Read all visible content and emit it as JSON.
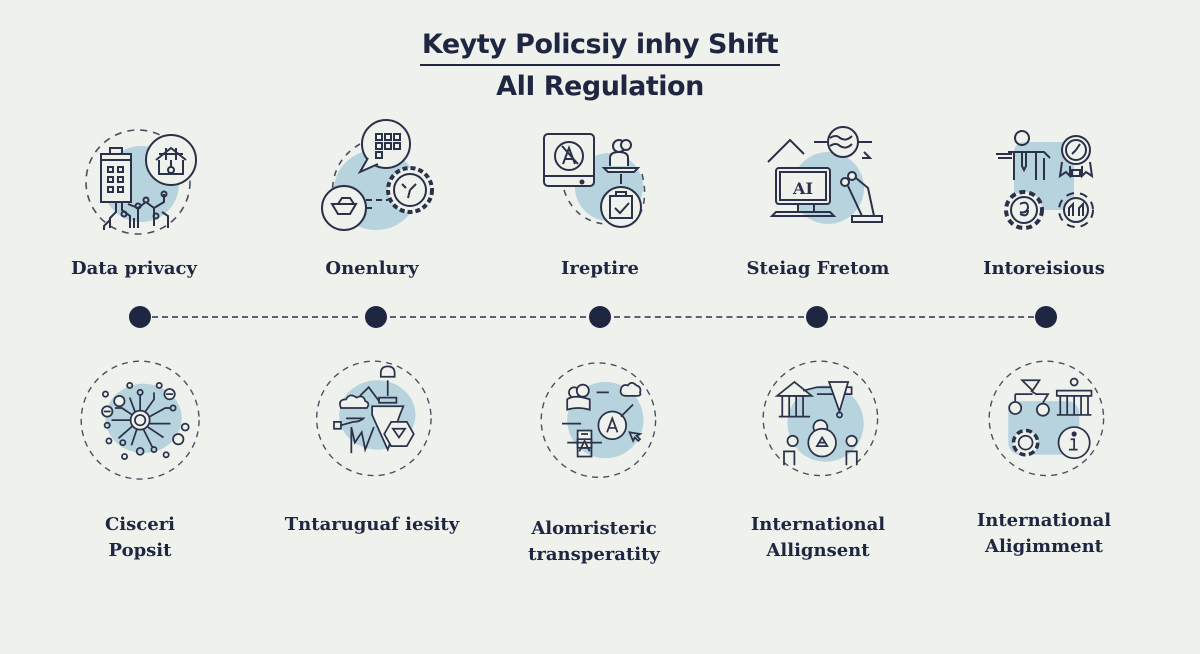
{
  "title": {
    "line1": "Keyty Policsiy inhy Shift",
    "line2": "AlI Regulation"
  },
  "colors": {
    "background": "#eef1ec",
    "ink": "#1e2642",
    "accent_fill": "#b7d3de",
    "dash": "#5b6072"
  },
  "top_items": [
    {
      "label": "Data privacy",
      "icon": "building-circuit-shop-icon"
    },
    {
      "label": "Onenlury",
      "icon": "chat-gear-clock-icon"
    },
    {
      "label": "Ireptire",
      "icon": "tablet-ai-user-checklist-icon"
    },
    {
      "label": "Steiag  Fretom",
      "icon": "ai-monitor-globe-robot-arm-icon"
    },
    {
      "label": "Intoreisious",
      "icon": "person-award-gears-icon"
    }
  ],
  "timeline": {
    "nodes": 5
  },
  "bottom_items": [
    {
      "label_line1": "Cisceri",
      "label_line2": "Popsit",
      "icon": "neural-circuit-icon"
    },
    {
      "label_line1": "Tntaruguaf iesity",
      "label_line2": "",
      "icon": "cloud-hand-gem-icon"
    },
    {
      "label_line1": "Alomristeric",
      "label_line2": "transperatity",
      "icon": "people-letter-a-cursor-icon"
    },
    {
      "label_line1": "International",
      "label_line2": "Allignsent",
      "icon": "bank-people-network-icon"
    },
    {
      "label_line1": "International",
      "label_line2": "Aligimment",
      "icon": "org-chart-bank-gear-info-icon"
    }
  ]
}
